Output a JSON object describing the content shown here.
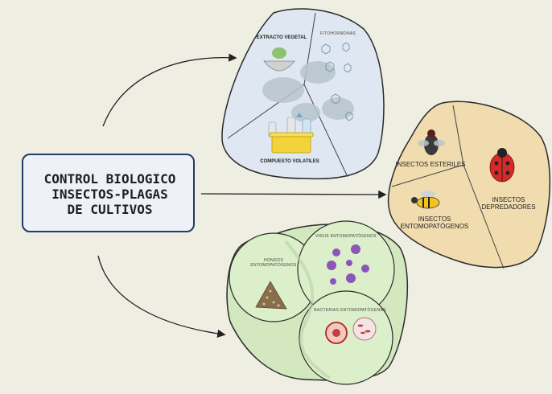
{
  "main": {
    "title_lines": [
      "CONTROL BIOLOGICO",
      "INSECTOS-PLAGAS",
      "DE CULTIVOS"
    ]
  },
  "plant": {
    "extract": "EXTRACTO VEGETAL",
    "phyto": "FITOHORMONAS",
    "volatiles": "COMPUESTO VOLATILES"
  },
  "insects": {
    "sterile": "INSECTOS ESTERILES",
    "predators": [
      "INSECTOS",
      "DEPREDADORES"
    ],
    "entomopathogens": [
      "INSECTOS",
      "ENTOMOPATÓGENOS"
    ]
  },
  "micro": {
    "fungi": [
      "HONGOS",
      "ENTOMOPATÓGENOS"
    ],
    "virus": "VIRUS ENTOMOPATÓGENOS",
    "bacteria": "BACTERIAS ENTOMOPATÓGENAS"
  },
  "colors": {
    "background": "#eeeee2",
    "plant_fill": "#dfe7f2",
    "insect_fill": "#f0dcae",
    "micro_fill": "#d3e8bf",
    "box_border": "#223a6a"
  }
}
